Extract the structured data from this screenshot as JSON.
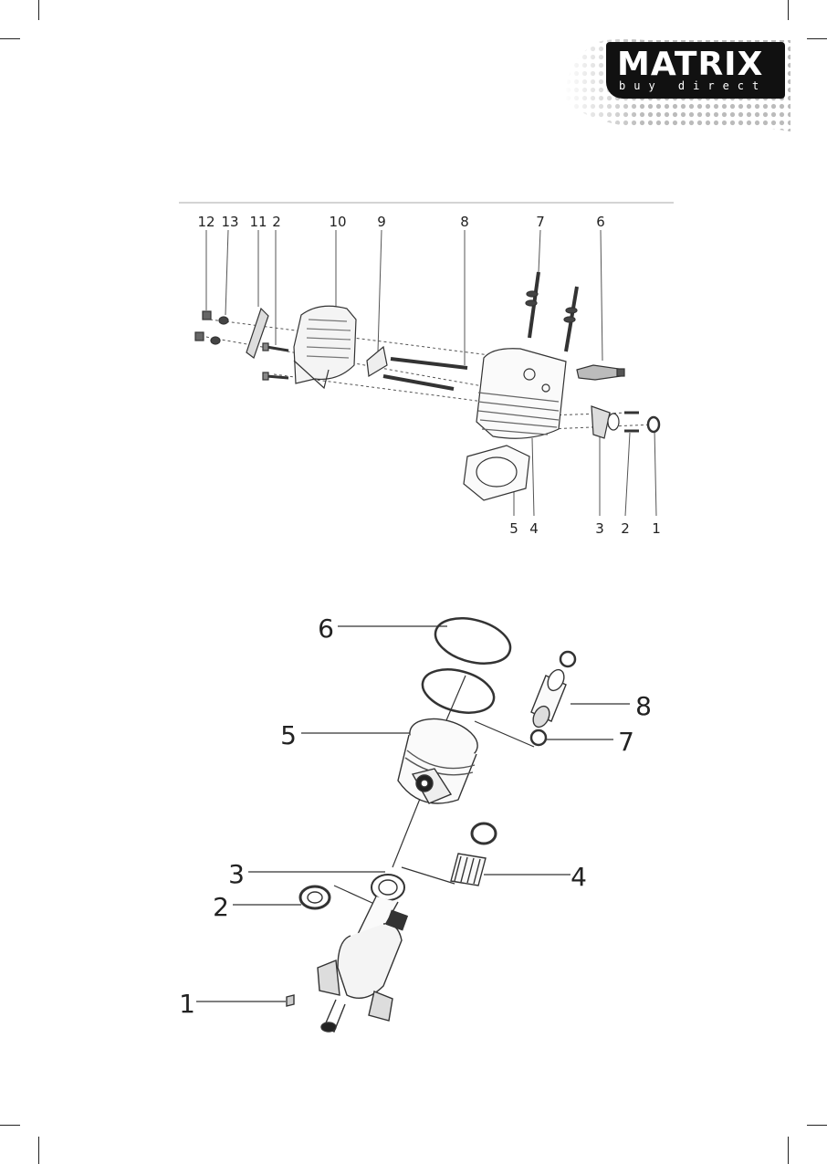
{
  "brand": {
    "name": "MATRIX",
    "tagline": "buy direct"
  },
  "cylinder_diagram": {
    "callouts": [
      "12",
      "13",
      "11",
      "2",
      "10",
      "9",
      "8",
      "7",
      "6",
      "5",
      "4",
      "3",
      "2",
      "1"
    ]
  },
  "crank_diagram": {
    "callouts": [
      "6",
      "5",
      "8",
      "7",
      "3",
      "4",
      "2",
      "1"
    ]
  }
}
